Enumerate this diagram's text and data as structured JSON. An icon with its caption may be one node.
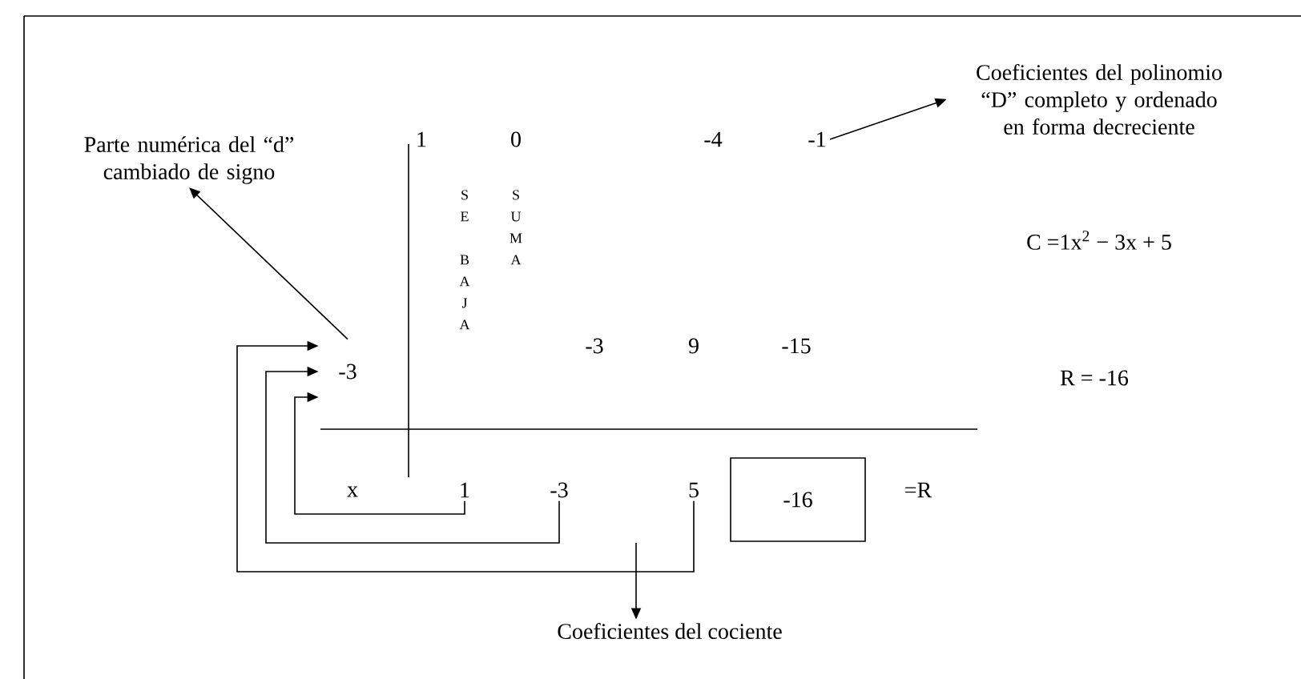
{
  "diagram": {
    "nodes": [
      {
        "text": [
          "Parte numérica del “d” cambiado de signo"
        ]
      },
      {
        "text": [
          "-1"
        ]
      },
      {
        "text": [
          "Coeficientes del polinomio “D” completo y ordenado en forma decreciente"
        ]
      },
      {
        "text": [
          "-3"
        ]
      },
      {
        "text": [
          "1"
        ]
      },
      {
        "text": [
          "-3"
        ]
      },
      {
        "text": [
          "5"
        ]
      },
      {
        "text": [
          "-16"
        ]
      },
      {
        "text": [
          "Coeficientes del cociente"
        ]
      }
    ],
    "edges": [
      {
        "from": 1,
        "to": 2,
        "arrow": "to"
      },
      {
        "from": 3,
        "to": 0,
        "arrow": "to"
      },
      {
        "from": 4,
        "to": 3,
        "arrow": "to"
      },
      {
        "from": 5,
        "to": 3,
        "arrow": "to"
      },
      {
        "from": 6,
        "to": 3,
        "arrow": "to"
      },
      {
        "from": null,
        "to": 8,
        "arrow": "to"
      }
    ],
    "labels": [
      "1",
      "0",
      "-4",
      "SE BAJA",
      "SUMA",
      "C =1x$^{2}$ − 3x + 5",
      "-3",
      "9",
      "-15",
      "R = -16",
      "x",
      "=R"
    ]
  }
}
